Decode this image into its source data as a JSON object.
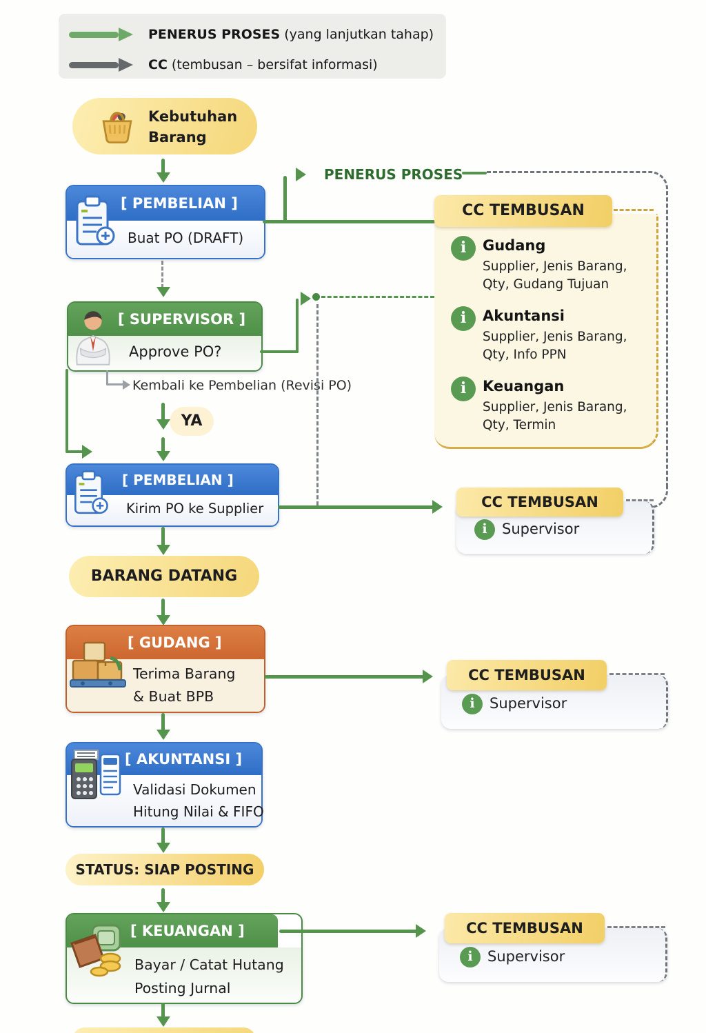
{
  "legend": {
    "penerus": {
      "term": "PENERUS PROSES",
      "desc": " (yang lanjutkan tahap)"
    },
    "cc": {
      "term": "CC",
      "desc": " (tembusan – bersifat informasi)"
    }
  },
  "pills": {
    "start_line1": "Kebutuhan",
    "start_line2": "Barang",
    "ya": "YA",
    "barang_datang": "BARANG DATANG",
    "status": "STATUS: SIAP POSTING"
  },
  "nodes": {
    "pembelian1": {
      "role": "[ PEMBELIAN ]",
      "action": "Buat PO (DRAFT)"
    },
    "supervisor": {
      "role": "[ SUPERVISOR ]",
      "action": "Approve PO?"
    },
    "pembelian2": {
      "role": "[ PEMBELIAN ]",
      "action": "Kirim PO ke Supplier"
    },
    "gudang": {
      "role": "[ GUDANG ]",
      "action1": "Terima Barang",
      "action2": "& Buat BPB"
    },
    "akuntansi": {
      "role": "[ AKUNTANSI ]",
      "action1": "Validasi Dokumen",
      "action2": "Hitung Nilai & FIFO"
    },
    "keuangan": {
      "role": "[ KEUANGAN ]",
      "action1": "Bayar / Catat Hutang",
      "action2": "Posting Jurnal"
    }
  },
  "labels": {
    "penerus_proses": "PENERUS PROSES",
    "kembali": "Kembali ke Pembelian (Revisi PO)"
  },
  "cc_main": {
    "title": "CC TEMBUSAN",
    "items": [
      {
        "name": "Gudang",
        "desc1": "Supplier, Jenis Barang,",
        "desc2": "Qty, Gudang Tujuan"
      },
      {
        "name": "Akuntansi",
        "desc1": "Supplier, Jenis Barang,",
        "desc2": "Qty, Info PPN"
      },
      {
        "name": "Keuangan",
        "desc1": "Supplier, Jenis Barang,",
        "desc2": "Qty, Termin"
      }
    ]
  },
  "cc_small": {
    "title": "CC TEMBUSAN",
    "member": "Supervisor"
  },
  "colors": {
    "flow_green": "#55944d",
    "blue": "#3673c8",
    "orange": "#cb672f",
    "yellow_pill": "#f5d77a",
    "cc_cream": "#fcf7e2",
    "gray_cc": "#7e8388"
  }
}
